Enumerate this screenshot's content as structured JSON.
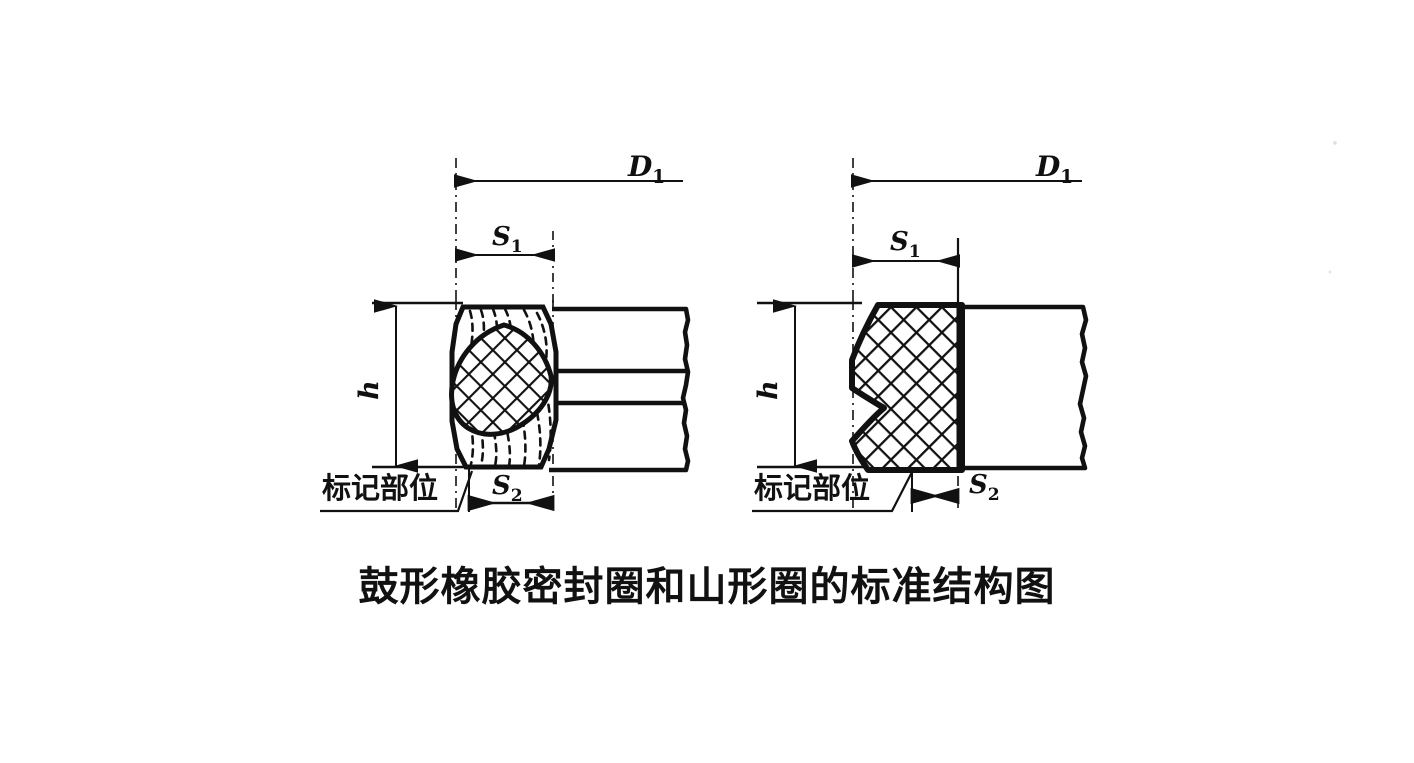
{
  "figure": {
    "caption": "鼓形橡胶密封圈和山形圈的标准结构图",
    "background_color": "#ffffff",
    "ink_color": "#111111"
  },
  "diagrams": [
    {
      "id": "left",
      "name": "drum-shaped-rubber-seal-ring",
      "dimensions": {
        "outer_diameter": {
          "symbol": "D",
          "subscript": "1"
        },
        "width_top": {
          "symbol": "S",
          "subscript": "1"
        },
        "width_bottom": {
          "symbol": "S",
          "subscript": "2"
        },
        "height": {
          "symbol": "h",
          "subscript": ""
        }
      },
      "annotation": {
        "label": "标记部位"
      }
    },
    {
      "id": "right",
      "name": "chevron-shaped-seal-ring",
      "dimensions": {
        "outer_diameter": {
          "symbol": "D",
          "subscript": "1"
        },
        "width_top": {
          "symbol": "S",
          "subscript": "1"
        },
        "width_bottom": {
          "symbol": "S",
          "subscript": "2"
        },
        "height": {
          "symbol": "h",
          "subscript": ""
        }
      },
      "annotation": {
        "label": "标记部位"
      }
    }
  ]
}
